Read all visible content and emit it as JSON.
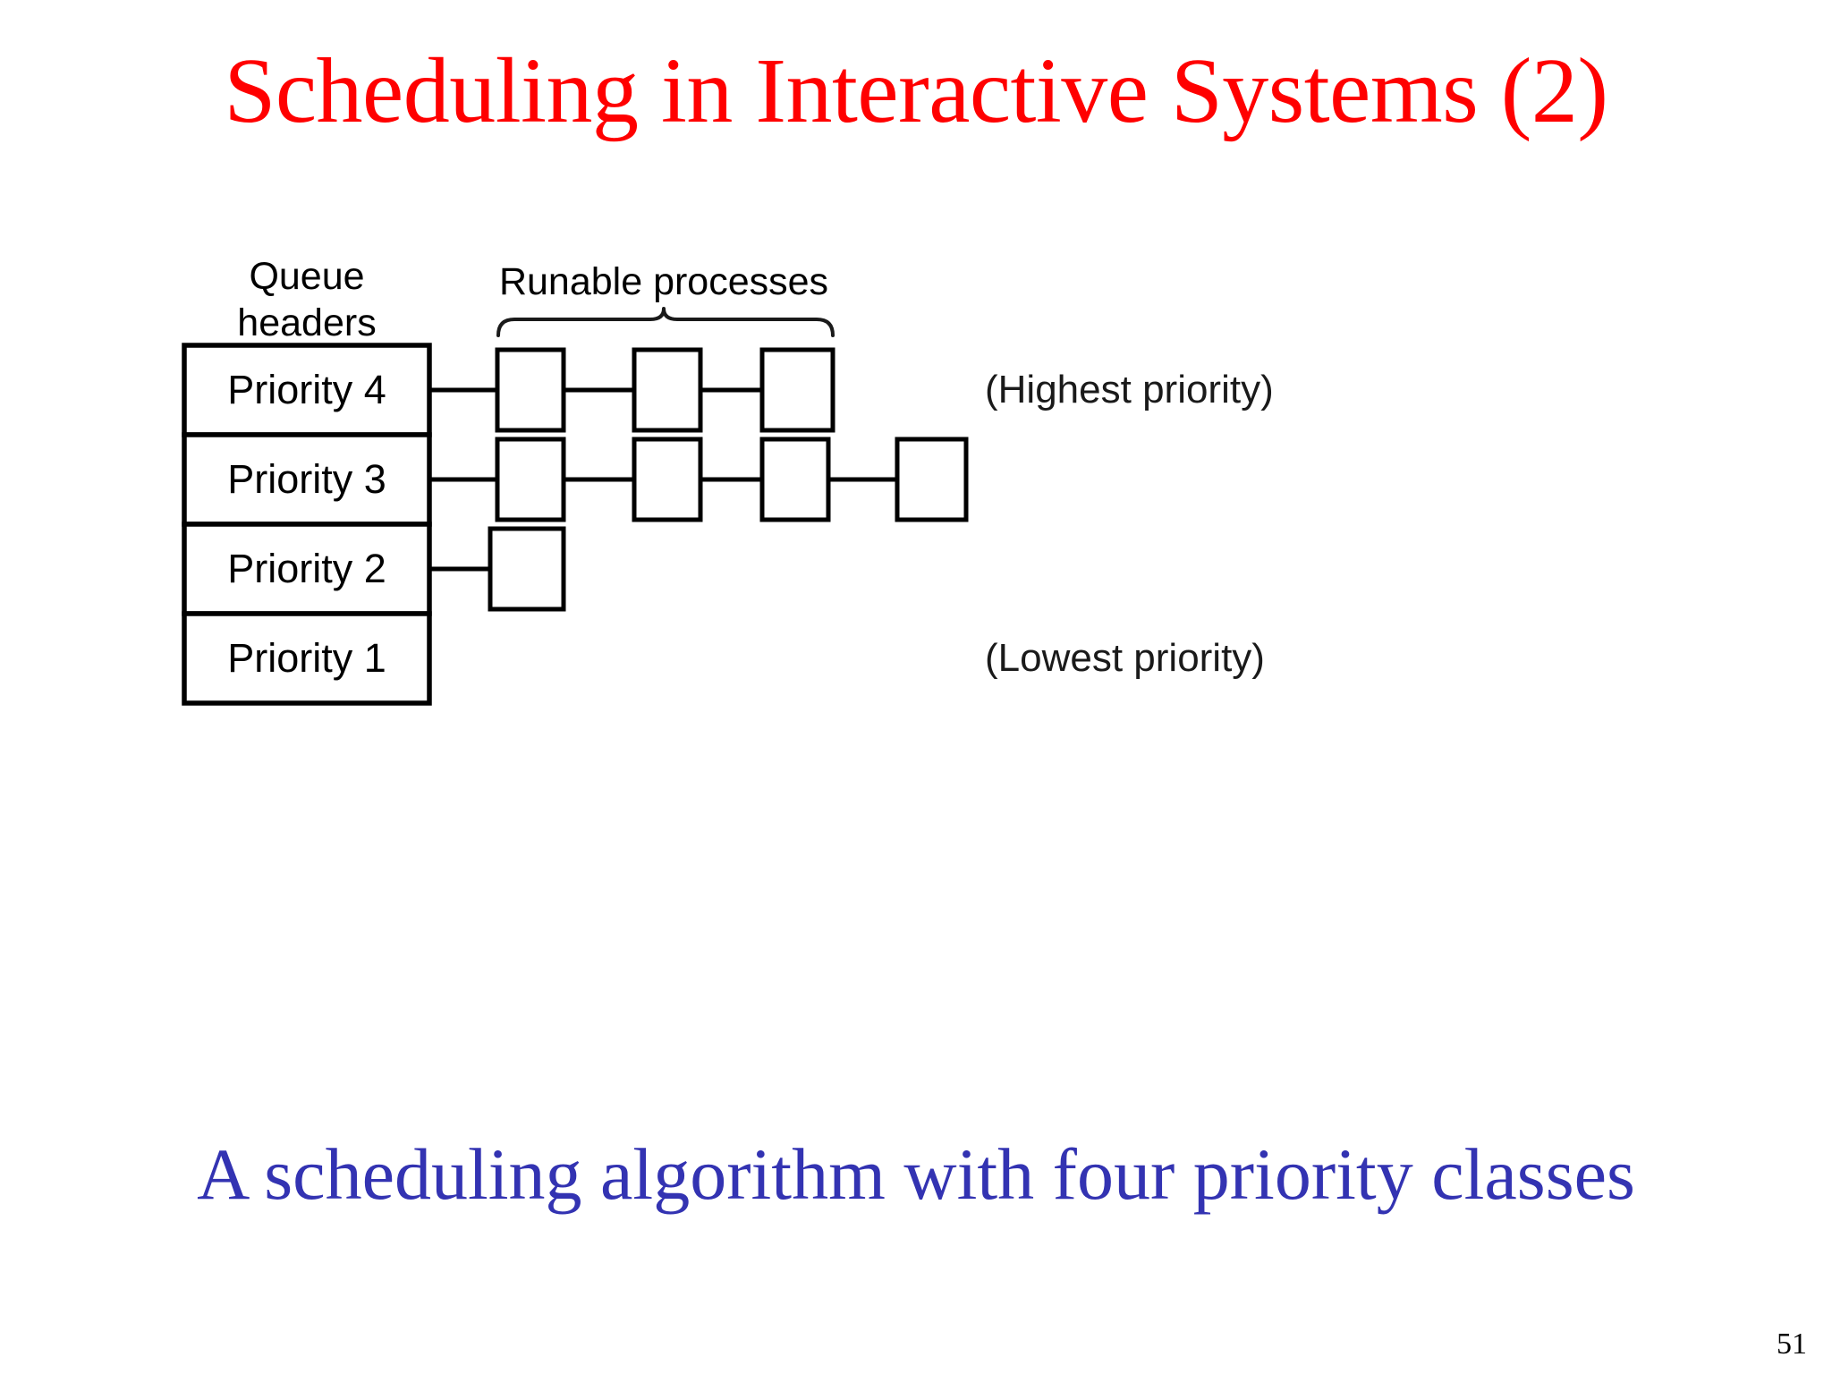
{
  "slide": {
    "title": "Scheduling in Interactive Systems (2)",
    "caption": "A scheduling algorithm with four priority classes",
    "page_number": "51",
    "colors": {
      "title": "#ff0000",
      "caption": "#3333b2",
      "diagram_line": "#000000",
      "background": "#ffffff"
    }
  },
  "diagram": {
    "queue_headers_label_line1": "Queue",
    "queue_headers_label_line2": "headers",
    "runable_processes_label": "Runable processes",
    "highest_priority_label": "(Highest priority)",
    "lowest_priority_label": "(Lowest priority)",
    "rows": [
      {
        "label": "Priority 4",
        "process_count": 3
      },
      {
        "label": "Priority 3",
        "process_count": 4
      },
      {
        "label": "Priority 2",
        "process_count": 1
      },
      {
        "label": "Priority 1",
        "process_count": 0
      }
    ]
  }
}
